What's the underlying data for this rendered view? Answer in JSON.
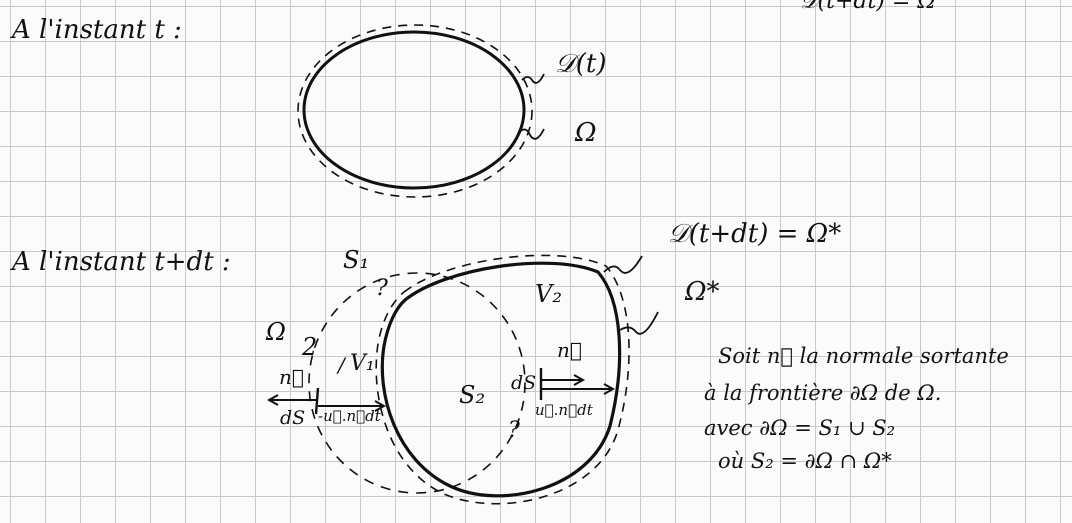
{
  "labels": {
    "instant_t": "A l'instant t :",
    "D_t": "𝒟(t)",
    "omega_top": "Ω",
    "instant_tdt": "A l'instant t+dt :",
    "D_tdt": "𝒟(t+dt) = Ω*",
    "omega_star": "Ω*",
    "S1": "S₁",
    "V2": "V₂",
    "omega_left": "Ω",
    "V1": "V₁",
    "n_left": "n⃗",
    "n_right": "n⃗",
    "ds_left": "dS",
    "u_left": "-u⃗.n⃗dt",
    "ds_right": "dS",
    "u_right": "u⃗.n⃗dt",
    "S2": "S₂",
    "top_right_partial": "𝒟(t+dt) = Ω"
  },
  "note": {
    "line1": "Soit n⃗ la normale sortante",
    "line2": "à la frontière ∂Ω de Ω.",
    "line3": "avec ∂Ω = S₁ ∪ S₂",
    "line4": "où   S₂ = ∂Ω ∩ Ω*"
  },
  "colors": {
    "ink": "#111111",
    "paper": "#fbfbfb",
    "grid": "#c9c9c9"
  }
}
